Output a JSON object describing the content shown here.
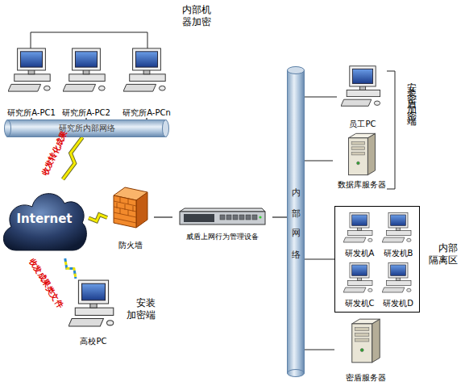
{
  "diagram": {
    "nodes": [
      {
        "text": [
          "研究所A-PC1"
        ]
      },
      {
        "text": [
          "研究所A-PC2"
        ]
      },
      {
        "text": [
          "研究所A-PCn"
        ]
      },
      {
        "text": [
          "研究所内部网络"
        ]
      },
      {
        "text": [
          "Internet"
        ]
      },
      {
        "text": [
          "防火墙"
        ]
      },
      {
        "text": [
          "威盾上网行为管理设备"
        ]
      },
      {
        "text": [
          "内部网络"
        ]
      },
      {
        "text": [
          "员工PC"
        ]
      },
      {
        "text": [
          "数据库服务器"
        ]
      },
      {
        "text": [
          "内部隔离区"
        ]
      },
      {
        "text": [
          "研发机A"
        ],
        "in": 10
      },
      {
        "text": [
          "研发机B"
        ],
        "in": 10
      },
      {
        "text": [
          "研发机C"
        ],
        "in": 10
      },
      {
        "text": [
          "研发机D"
        ],
        "in": 10
      },
      {
        "text": [
          "密盾服务器"
        ]
      },
      {
        "text": [
          "高校PC"
        ]
      }
    ],
    "edges": [
      {
        "from": 0,
        "to": 3,
        "arrow": "none"
      },
      {
        "from": 1,
        "to": 3,
        "arrow": "none"
      },
      {
        "from": 2,
        "to": 3,
        "arrow": "none"
      },
      {
        "from": 3,
        "to": 4,
        "label": "收发转化成果",
        "arrow": "none"
      },
      {
        "from": 4,
        "to": 5,
        "arrow": "none"
      },
      {
        "from": 5,
        "to": 6,
        "arrow": "none"
      },
      {
        "from": 6,
        "to": 7,
        "arrow": "none"
      },
      {
        "from": 7,
        "to": 8,
        "arrow": "none"
      },
      {
        "from": 7,
        "to": 9,
        "arrow": "none"
      },
      {
        "from": 7,
        "to": 10,
        "arrow": "none"
      },
      {
        "from": 7,
        "to": 15,
        "arrow": "none"
      },
      {
        "from": 4,
        "to": 16,
        "label": "收发成果类文件",
        "arrow": "none"
      }
    ],
    "labels": [
      "内部机器加密",
      "安装密盾加密端",
      "安装加密端"
    ]
  }
}
